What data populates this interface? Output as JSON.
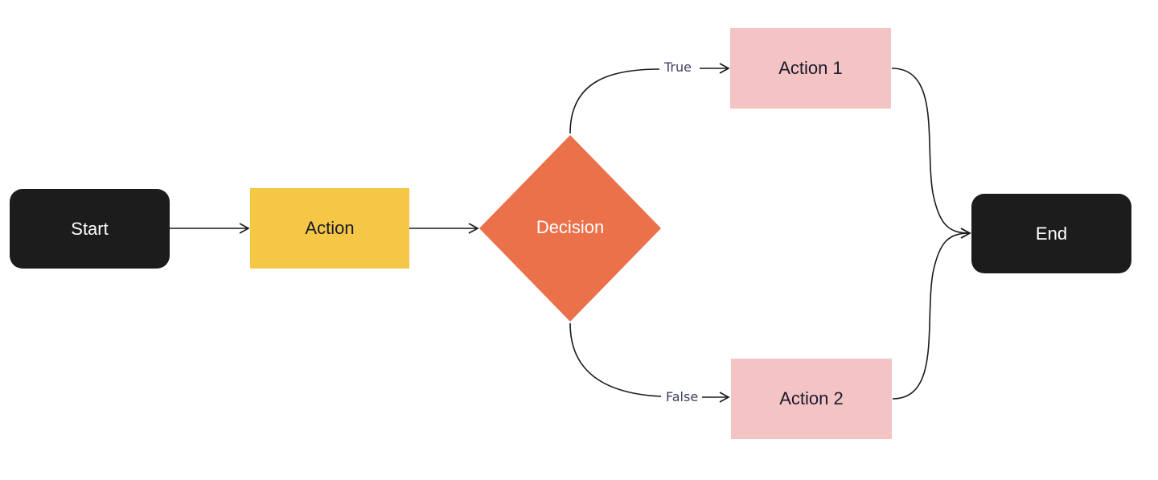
{
  "diagram": {
    "nodes": {
      "start": {
        "label": "Start",
        "shape": "rounded-rect",
        "color": "#1c1c1c"
      },
      "action": {
        "label": "Action",
        "shape": "rect",
        "color": "#f5c744"
      },
      "decision": {
        "label": "Decision",
        "shape": "diamond",
        "color": "#eb714b"
      },
      "action1": {
        "label": "Action 1",
        "shape": "rect",
        "color": "#f4c3c3"
      },
      "action2": {
        "label": "Action 2",
        "shape": "rect",
        "color": "#f4c3c3"
      },
      "end": {
        "label": "End",
        "shape": "rounded-rect",
        "color": "#1c1c1c"
      }
    },
    "edges": [
      {
        "from": "Start",
        "to": "Action",
        "label": ""
      },
      {
        "from": "Action",
        "to": "Decision",
        "label": ""
      },
      {
        "from": "Decision",
        "to": "Action 1",
        "label": "True"
      },
      {
        "from": "Decision",
        "to": "Action 2",
        "label": "False"
      },
      {
        "from": "Action 1",
        "to": "End",
        "label": ""
      },
      {
        "from": "Action 2",
        "to": "End",
        "label": ""
      }
    ],
    "edge_labels": {
      "true": "True",
      "false": "False"
    }
  }
}
